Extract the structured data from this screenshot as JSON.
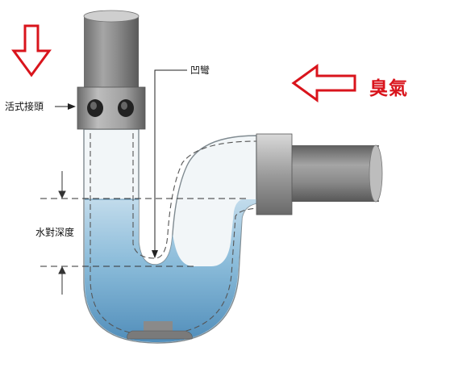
{
  "labels": {
    "slip_joint": "活式接頭",
    "trap_bend": "凹彎",
    "water_seal_depth": "水對深度",
    "odor": "臭氣"
  },
  "colors": {
    "arrow_red": "#d9141c",
    "pipe_gray": "#8f8f8f",
    "water_blue": "#5f9fc6"
  }
}
